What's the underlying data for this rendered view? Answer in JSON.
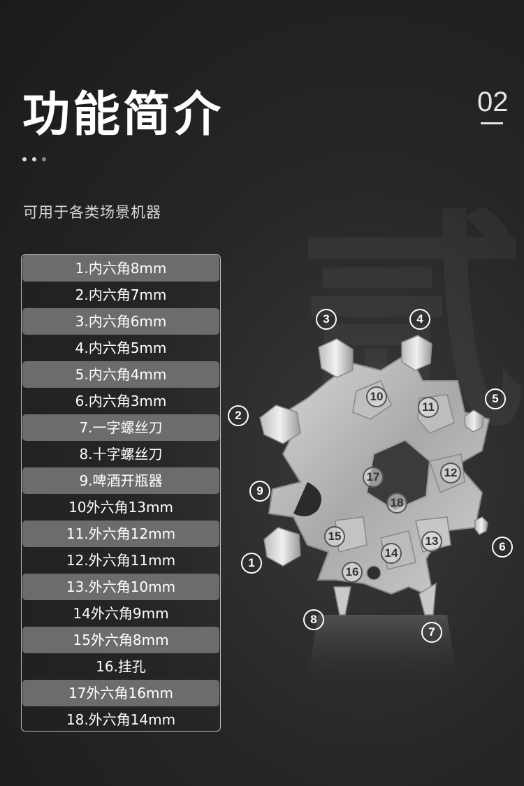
{
  "header": {
    "title": "功能简介",
    "page_number": "02",
    "subtitle": "可用于各类场景机器"
  },
  "watermark": "贰",
  "specs": [
    "1.内六角8mm",
    "2.内六角7mm",
    "3.内六角6mm",
    "4.内六角5mm",
    "5.内六角4mm",
    "6.内六角3mm",
    "7.一字螺丝刀",
    "8.十字螺丝刀",
    "9.啤酒开瓶器",
    "10外六角13mm",
    "11.外六角12mm",
    "12.外六角11mm",
    "13.外六角10mm",
    "14外六角9mm",
    "15外六角8mm",
    "16.挂孔",
    "17外六角16mm",
    "18.外六角14mm"
  ],
  "callouts": [
    "1",
    "2",
    "3",
    "4",
    "5",
    "6",
    "7",
    "8",
    "9",
    "10",
    "11",
    "12",
    "13",
    "14",
    "15",
    "16",
    "17",
    "18"
  ]
}
